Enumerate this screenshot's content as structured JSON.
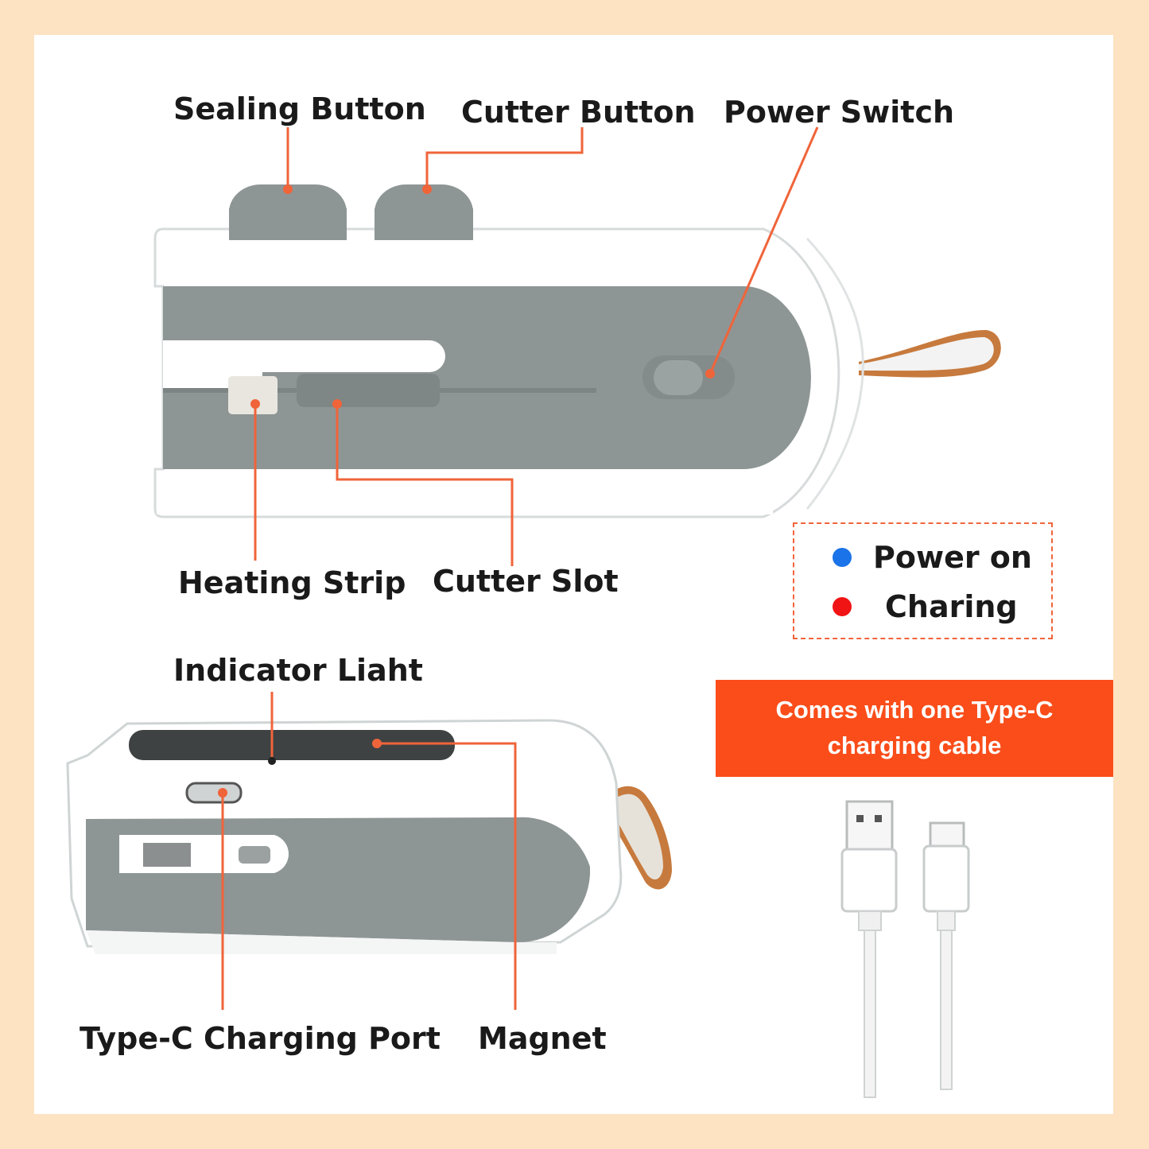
{
  "labels": {
    "sealing_button": "Sealing Button",
    "cutter_button": "Cutter Button",
    "power_switch": "Power Switch",
    "heating_strip": "Heating Strip",
    "cutter_slot": "Cutter Slot",
    "indicator_light": "Indicator Liaht",
    "type_c_port": "Type-C Charging Port",
    "magnet": "Magnet"
  },
  "legend": {
    "items": [
      {
        "label": "Power on",
        "color": "#1a73e8"
      },
      {
        "label": "Charing",
        "color": "#f01414"
      }
    ]
  },
  "banner": {
    "line1": "Comes with one Type-C",
    "line2": "charging cable"
  },
  "colors": {
    "background": "#fde3c2",
    "accent": "#fa4d1a",
    "leader_line": "#f0643a",
    "device_gray": "#8e9595",
    "device_white": "#ffffff",
    "strap": "#c77a3d"
  }
}
